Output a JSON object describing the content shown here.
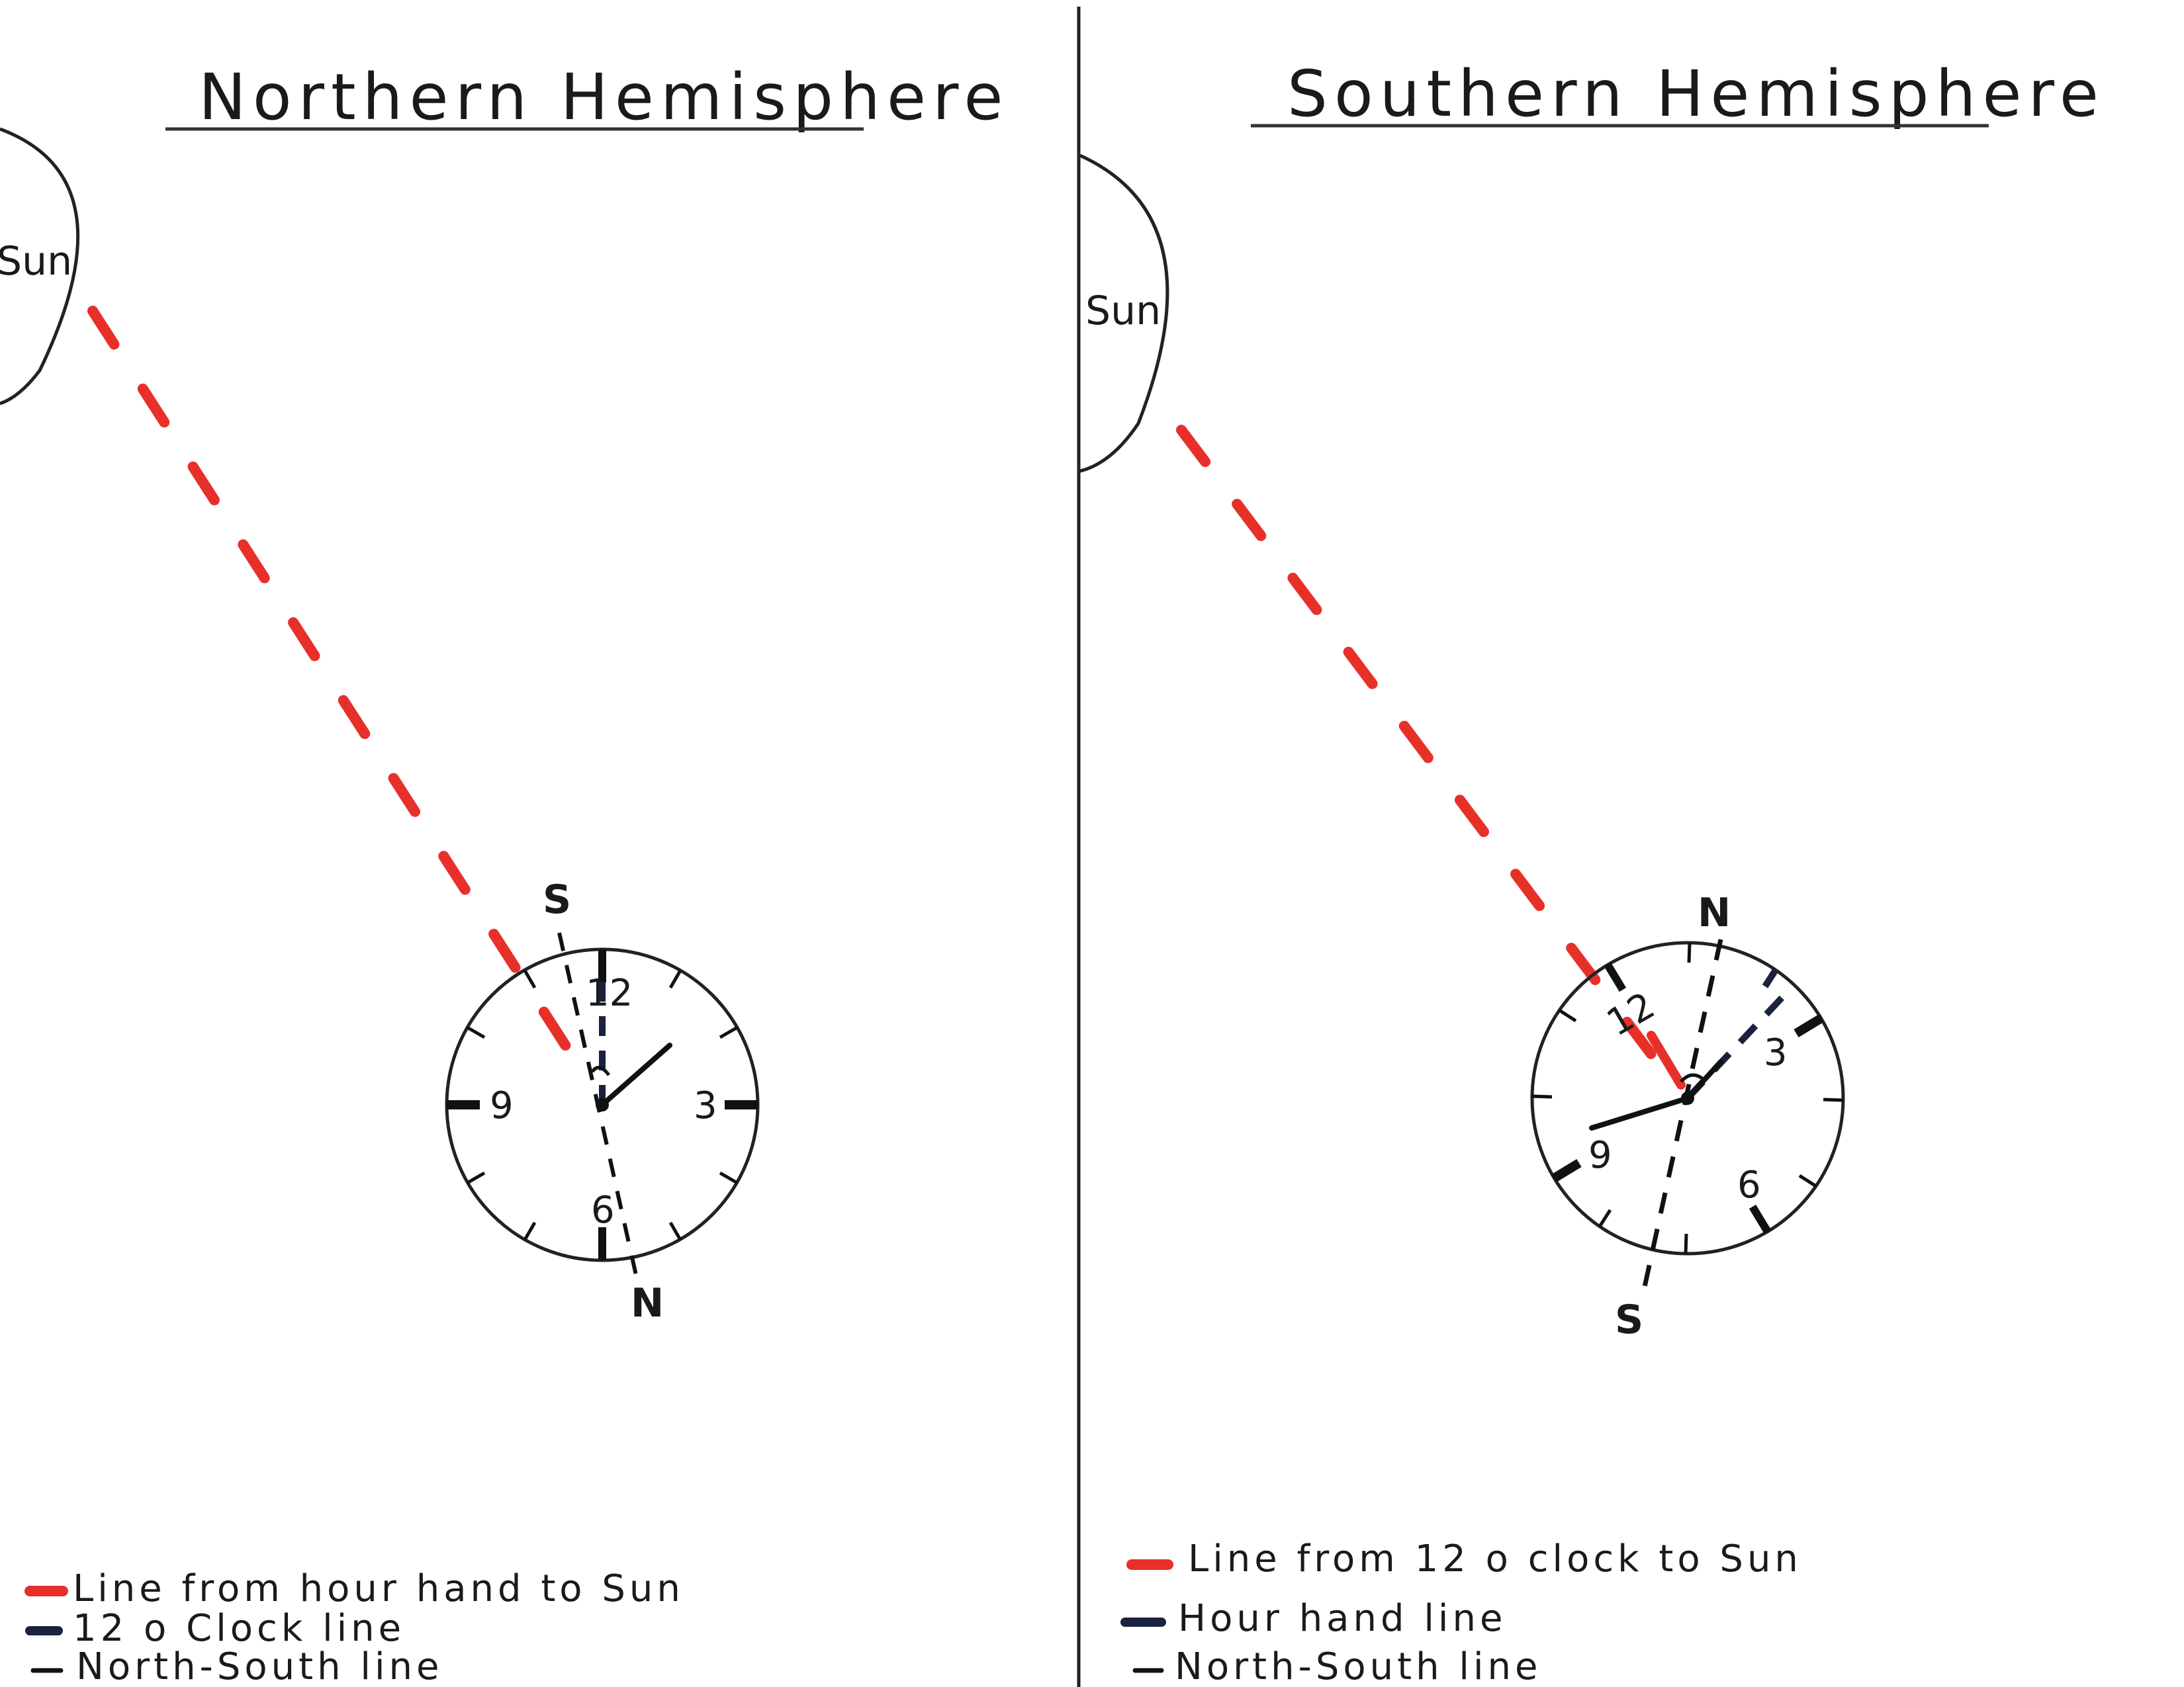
{
  "northern": {
    "title": "Northern Hemisphere",
    "sun_label": "Sun",
    "clock_numbers": {
      "twelve": "12",
      "three": "3",
      "six": "6",
      "nine": "9"
    },
    "directions": {
      "top": "S",
      "bottom": "N"
    },
    "legend": [
      {
        "label": "Line from hour hand to Sun",
        "color": "#e8302a"
      },
      {
        "label": "12 o Clock line",
        "color": "#1a2240"
      },
      {
        "label": "North-South line",
        "color": "#111111"
      }
    ]
  },
  "southern": {
    "title": "Southern Hemisphere",
    "sun_label": "Sun",
    "clock_numbers": {
      "twelve": "12",
      "three": "3",
      "six": "6",
      "nine": "9"
    },
    "directions": {
      "top": "N",
      "bottom": "S"
    },
    "legend": [
      {
        "label": "Line from 12 o clock to Sun",
        "color": "#e8302a"
      },
      {
        "label": "Hour hand line",
        "color": "#1a2240"
      },
      {
        "label": "North-South line",
        "color": "#111111"
      }
    ]
  },
  "colors": {
    "red_line": "#e8302a",
    "navy_line": "#1a2240",
    "ink": "#111111"
  }
}
